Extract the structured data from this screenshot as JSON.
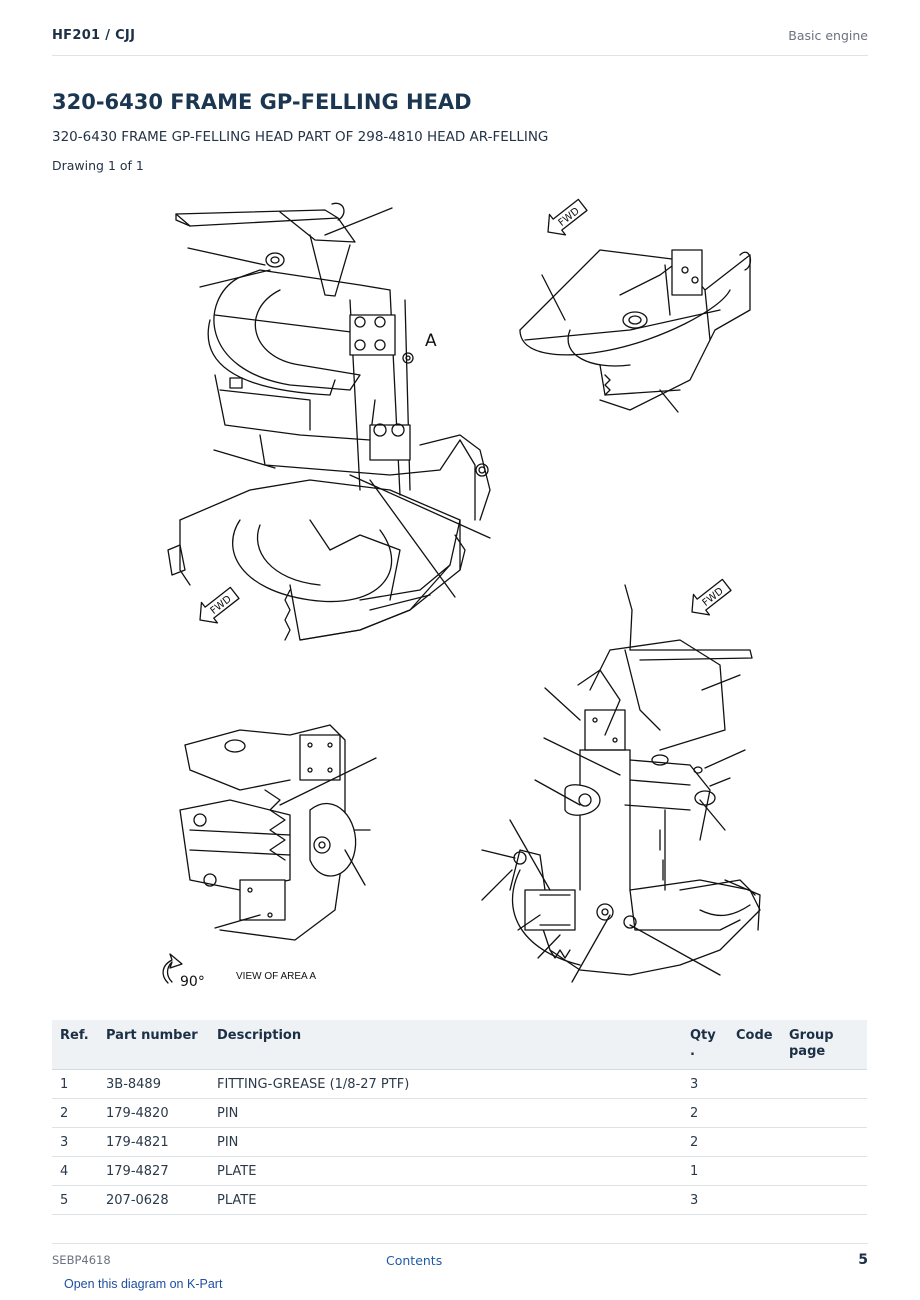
{
  "header": {
    "doc_code": "HF201  /  CJJ",
    "section": "Basic engine"
  },
  "title": "320-6430 FRAME GP-FELLING HEAD",
  "subtitle": "320-6430 FRAME GP-FELLING HEAD PART OF 298-4810 HEAD AR-FELLING",
  "drawing_info": "Drawing 1 of 1",
  "diagram": {
    "callout_a": "A",
    "fwd_label": "FWD",
    "rotation_label": "90°",
    "view_label": "VIEW OF AREA A"
  },
  "table": {
    "headers": {
      "ref": "Ref.",
      "part_number": "Part number",
      "description": "Description",
      "qty": "Qty\n.",
      "code": "Code",
      "group_page": "Group\npage"
    },
    "rows": [
      {
        "ref": "1",
        "part_number": "3B-8489",
        "description": "FITTING-GREASE (1/8-27 PTF)",
        "qty": "3",
        "code": "",
        "group_page": ""
      },
      {
        "ref": "2",
        "part_number": "179-4820",
        "description": "PIN",
        "qty": "2",
        "code": "",
        "group_page": ""
      },
      {
        "ref": "3",
        "part_number": "179-4821",
        "description": "PIN",
        "qty": "2",
        "code": "",
        "group_page": ""
      },
      {
        "ref": "4",
        "part_number": "179-4827",
        "description": "PLATE",
        "qty": "1",
        "code": "",
        "group_page": ""
      },
      {
        "ref": "5",
        "part_number": "207-0628",
        "description": "PLATE",
        "qty": "3",
        "code": "",
        "group_page": ""
      }
    ]
  },
  "footer": {
    "doc_id": "SEBP4618",
    "contents_link": "Contents",
    "page_number": "5"
  },
  "kpart_link": "Open this diagram on K-Part"
}
